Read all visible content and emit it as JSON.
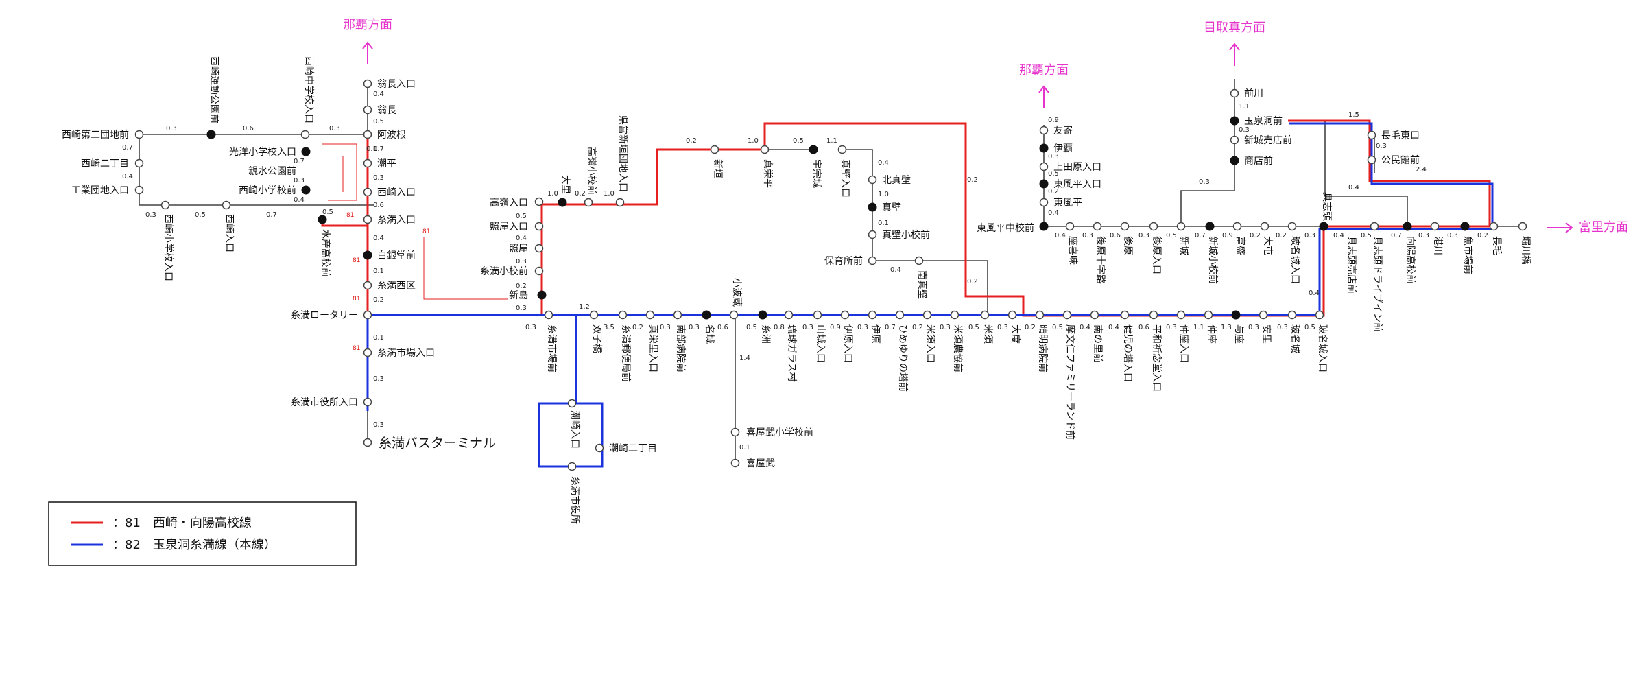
{
  "diagram": {
    "routes": [
      {
        "number": "81",
        "name": "西崎・向陽高校線",
        "color": "#e62020"
      },
      {
        "number": "82",
        "name": "玉泉洞糸満線（本線）",
        "color": "#1a33dd"
      }
    ],
    "directions": {
      "naha_left": "那覇方面",
      "naha_mid": "那覇方面",
      "medoruma": "目取真方面",
      "tomigusuku": "富里方面"
    },
    "route_marks": {
      "r81": "81"
    },
    "stations": {
      "okinaganyu": "翁長入口",
      "okinaga": "翁長",
      "ahagon": "阿波根",
      "shiohira": "潮平",
      "nishizakiiriguchi": "西崎入口",
      "itomaniriguchi": "糸満入口",
      "shirogindo": "白銀堂前",
      "itomannishiku": "糸満西区",
      "rotary": "糸満ロータリー",
      "ichiba": "糸満市場入口",
      "shiyakusho": "糸満市役所入口",
      "terminal": "糸満バスターミナル",
      "nishizakidai2": "西崎第二団地前",
      "nishizaki2": "西崎二丁目",
      "kogyo": "工業団地入口",
      "undokoen": "西崎運動公園前",
      "nishichu": "西崎中学校入口",
      "koyosho": "光洋小学校入口",
      "shinsui": "親水公園前",
      "nishisho": "西崎小学校前",
      "suisan": "水産高校前",
      "nishisho_iri": "西崎小学校入口",
      "nishi_iri": "西崎入口",
      "takamine": "高嶺入口",
      "teruya_iri": "照屋入口",
      "teruya": "照屋",
      "itomansho": "糸満小校前",
      "arashima": "新島",
      "oosato": "大里",
      "takaminesho": "高嶺小校前",
      "kenei": "県営新垣団地入口",
      "arakaki": "新垣",
      "makabira": "真栄平",
      "ugusuku": "宇宗城",
      "makabeiri": "真壁入口",
      "kitamakabe": "北真壁",
      "makabe": "真壁",
      "makabesho": "真壁小校前",
      "hoiku": "保育所前",
      "minamimakabe": "南真壁",
      "itomanichiba": "糸満市場前",
      "shiozaki_iri": "潮崎入口",
      "shiozaki2": "潮崎二丁目",
      "shiyakusho2": "糸満市役所",
      "futago": "双子橋",
      "yubin": "糸満郵便局前",
      "maezato": "真栄里入口",
      "nanbu": "南部病院前",
      "nashiro": "名城",
      "kohagura": "小波蔵",
      "itosu": "糸洲",
      "ryukyu": "琉球ガラス村",
      "yamagusuku": "山城入口",
      "iharairi": "伊原入口",
      "ihara": "伊原",
      "himeyuri": "ひめゆりの塔前",
      "komesu_iri": "米須入口",
      "nokyo": "米須農協前",
      "komesu": "米須",
      "odo": "大度",
      "seimei": "晴明病院前",
      "mabuni": "摩文仁ファミリーランド前",
      "minaminosato": "南の里前",
      "kenji": "健児の塔入口",
      "heiwa": "平和祈念堂入口",
      "nakaza_iri": "仲座入口",
      "nakaza": "仲座",
      "yoza": "与座",
      "asato": "安里",
      "tamagusuku": "玻名城",
      "tamagusuku_iri": "玻名城入口",
      "kyan": "喜屋武小学校前",
      "kyan2": "喜屋武",
      "tomo": "友寄",
      "iha": "伊覇",
      "uedabaru": "上田原入口",
      "kochinda_iri": "東風平入口",
      "kochinda": "東風平",
      "kochindachu": "東風平中校前",
      "zakimi": "座喜味",
      "gobaru_juji": "後原十字路",
      "gobaru": "後原",
      "gobaru_iri": "後原入口",
      "shinjo": "新城",
      "shinjosho": "新城小校前",
      "tomimori": "富盛",
      "oomotoi": "大屯",
      "tamashiro_iri": "玻名城入口",
      "maekawa": "前川",
      "gyokusendo": "玉泉洞前",
      "shinjoten": "新城売店前",
      "shoten": "商店前",
      "gushichan": "具志頭",
      "gushichanten": "具志頭売店前",
      "drivein": "具志頭ドライブイン前",
      "koyo": "向陽高校前",
      "minatogawa": "港川",
      "gyoshijo": "魚市場前",
      "nagake": "長毛",
      "horikawa": "堀川橋",
      "nagake_east": "長毛東口",
      "kominkan": "公民館前"
    },
    "distances": [
      "0.4",
      "0.5",
      "0.7",
      "0.3",
      "0.6",
      "0.4",
      "0.1",
      "0.2",
      "0.1",
      "0.3",
      "0.3",
      "0.1",
      "0.3",
      "0.6",
      "0.3",
      "0.7",
      "0.4",
      "0.3",
      "0.5",
      "0.7",
      "0.7",
      "0.3",
      "0.4",
      "0.5",
      "1.0",
      "0.2",
      "0.5",
      "0.4",
      "0.3",
      "0.2",
      "0.3",
      "1.0",
      "0.2",
      "1.0",
      "0.5",
      "1.1",
      "0.4",
      "1.0",
      "0.1",
      "0.4",
      "0.2",
      "0.2",
      "0.3",
      "1.2",
      "3.5",
      "0.2",
      "0.3",
      "0.3",
      "0.6",
      "0.5",
      "0.8",
      "0.3",
      "0.9",
      "0.3",
      "0.7",
      "0.2",
      "0.3",
      "0.5",
      "0.3",
      "0.2",
      "0.5",
      "0.4",
      "0.4",
      "0.6",
      "0.3",
      "1.1",
      "1.3",
      "0.3",
      "0.3",
      "0.5",
      "0.4",
      "1.4",
      "0.1",
      "0.9",
      "0.3",
      "0.5",
      "0.2",
      "0.4",
      "0.4",
      "0.3",
      "0.6",
      "0.3",
      "0.5",
      "0.7",
      "0.9",
      "0.2",
      "0.2",
      "0.3",
      "1.1",
      "0.3",
      "0.3",
      "1.5",
      "0.3",
      "0.4",
      "2.4",
      "0.4",
      "0.5",
      "0.7",
      "0.3",
      "0.3",
      "0.2"
    ]
  }
}
